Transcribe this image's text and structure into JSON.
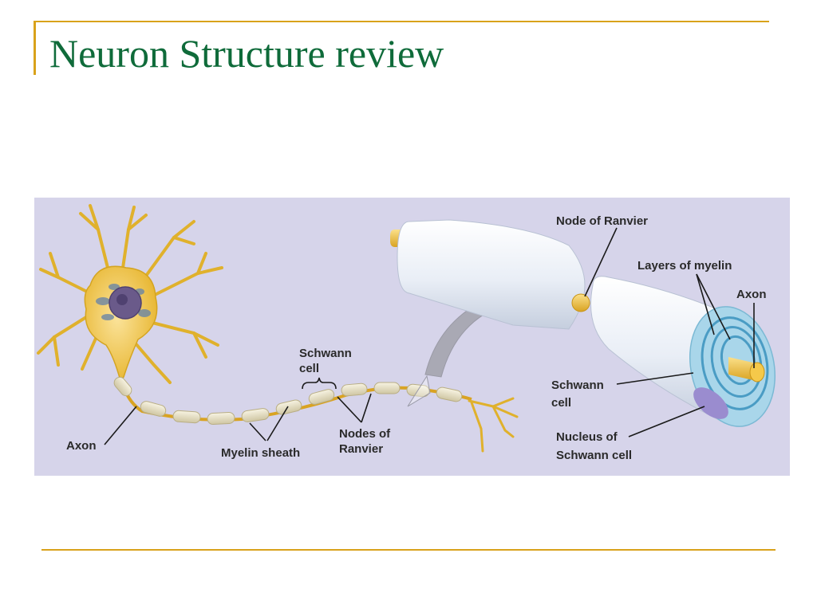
{
  "slide": {
    "title": "Neuron Structure review"
  },
  "diagram": {
    "labels": {
      "axon_left": "Axon",
      "myelin_sheath": "Myelin sheath",
      "schwann_cell_top_line1": "Schwann",
      "schwann_cell_top_line2": "cell",
      "nodes_of_ranvier_line1": "Nodes of",
      "nodes_of_ranvier_line2": "Ranvier",
      "node_of_ranvier": "Node of Ranvier",
      "layers_of_myelin": "Layers of myelin",
      "axon_right": "Axon",
      "schwann_cell_right_line1": "Schwann",
      "schwann_cell_right_line2": "cell",
      "nucleus_line1": "Nucleus of",
      "nucleus_line2": "Schwann cell"
    },
    "colors": {
      "background": "#d6d4ea",
      "neuron": "#f0c64a",
      "myelin": "#e9e3c9",
      "sheath_3d": "#eef3f8",
      "cut_face": "#a9d6ea",
      "nucleus": "#6a5a8a",
      "schwann_nucleus": "#9a8ccf",
      "arrow": "#a9a9b4"
    }
  }
}
